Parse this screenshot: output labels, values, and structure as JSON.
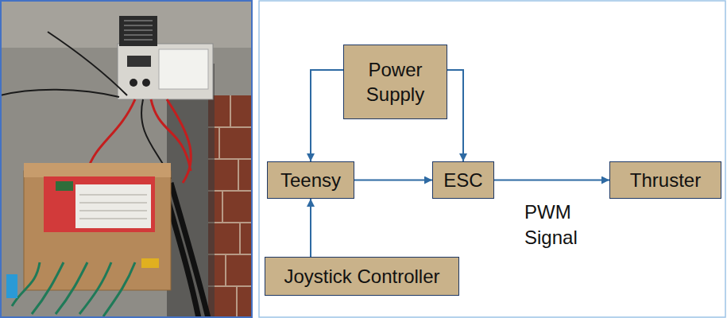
{
  "diagram": {
    "nodes": [
      {
        "text": [
          "Power Supply"
        ]
      },
      {
        "text": [
          "Teensy"
        ]
      },
      {
        "text": [
          "ESC"
        ]
      },
      {
        "text": [
          "Thruster"
        ]
      },
      {
        "text": [
          "Joystick Controller"
        ]
      }
    ],
    "edges": [
      {
        "from": 0,
        "to": 1,
        "arrow": "to"
      },
      {
        "from": 0,
        "to": 2,
        "arrow": "to"
      },
      {
        "from": 1,
        "to": 2,
        "arrow": "to"
      },
      {
        "from": 2,
        "to": 3,
        "label": "PWM Signal",
        "arrow": "to"
      },
      {
        "from": 4,
        "to": 1,
        "arrow": "to"
      }
    ]
  }
}
